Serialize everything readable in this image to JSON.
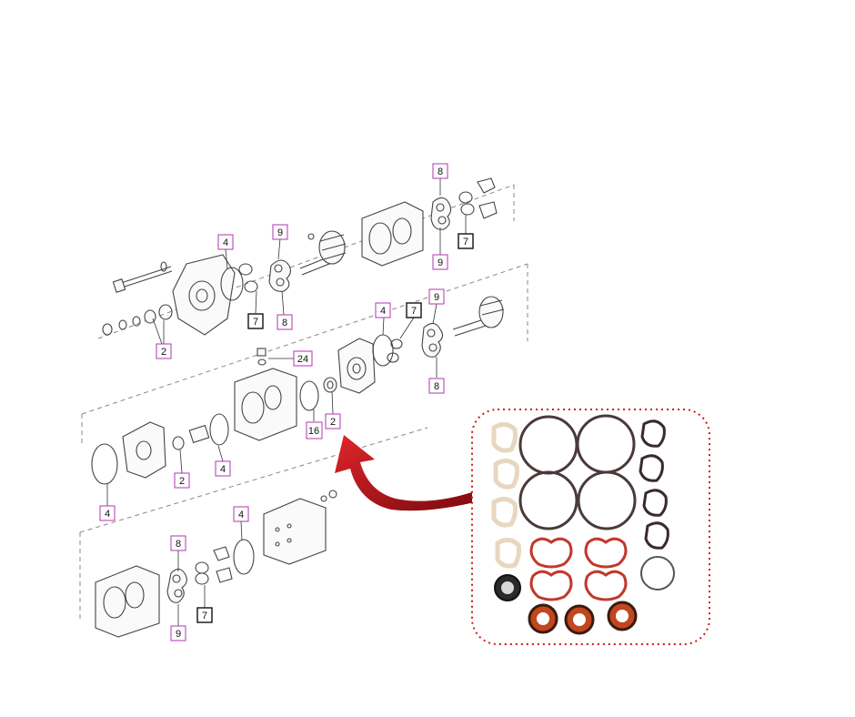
{
  "callouts": [
    {
      "label": "8",
      "color": "#b035b0"
    },
    {
      "label": "9",
      "color": "#b035b0"
    },
    {
      "label": "7",
      "color": "#111111"
    },
    {
      "label": "4",
      "color": "#b035b0"
    },
    {
      "label": "9",
      "color": "#b035b0"
    },
    {
      "label": "7",
      "color": "#111111"
    },
    {
      "label": "8",
      "color": "#b035b0"
    },
    {
      "label": "2",
      "color": "#b035b0"
    },
    {
      "label": "4",
      "color": "#b035b0"
    },
    {
      "label": "7",
      "color": "#111111"
    },
    {
      "label": "9",
      "color": "#b035b0"
    },
    {
      "label": "8",
      "color": "#b035b0"
    },
    {
      "label": "24",
      "color": "#b035b0"
    },
    {
      "label": "16",
      "color": "#b035b0"
    },
    {
      "label": "2",
      "color": "#b035b0"
    },
    {
      "label": "4",
      "color": "#b035b0"
    },
    {
      "label": "2",
      "color": "#b035b0"
    },
    {
      "label": "4",
      "color": "#b035b0"
    },
    {
      "label": "4",
      "color": "#b035b0"
    },
    {
      "label": "8",
      "color": "#b035b0"
    },
    {
      "label": "7",
      "color": "#111111"
    },
    {
      "label": "9",
      "color": "#b035b0"
    }
  ],
  "colors": {
    "callout_border": "#b035b0",
    "black_callout": "#111111",
    "arrow": "#c0141a",
    "kit_border": "#d01818"
  }
}
